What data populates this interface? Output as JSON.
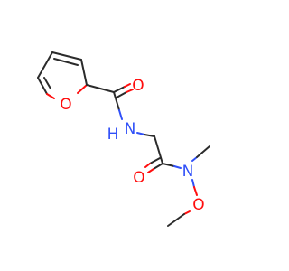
{
  "structure": {
    "atoms": {
      "furan_oxygen": "O",
      "carbonyl_oxygen_1": "O",
      "amide_nitrogen": "N",
      "amide_hydrogen": "H",
      "carbonyl_oxygen_2": "O",
      "weinreb_nitrogen": "N",
      "methoxy_oxygen": "O"
    }
  },
  "colors": {
    "carbon_bond": "#2b2b2b",
    "oxygen": "#ff0d0d",
    "nitrogen": "#3050f8",
    "background": "#ffffff"
  }
}
